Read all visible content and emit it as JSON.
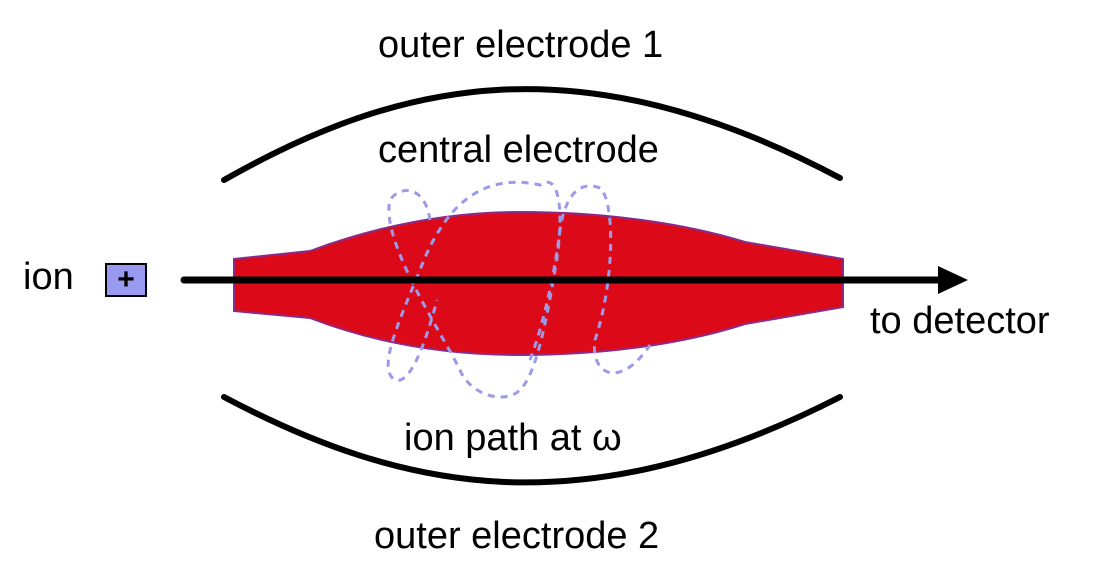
{
  "labels": {
    "outer_electrode_1": "outer electrode 1",
    "central_electrode": "central electrode",
    "ion": "ion",
    "ion_symbol": "+",
    "to_detector": "to detector",
    "ion_path": "ion path at ω",
    "outer_electrode_2": "outer electrode 2"
  },
  "colors": {
    "central_electrode_fill": "#dc0a18",
    "central_electrode_edge": "#8a2b8a",
    "ion_path": "#9b9be8",
    "ion_box_fill": "#9999f0",
    "electrode_stroke": "#000000",
    "arrow": "#000000"
  }
}
